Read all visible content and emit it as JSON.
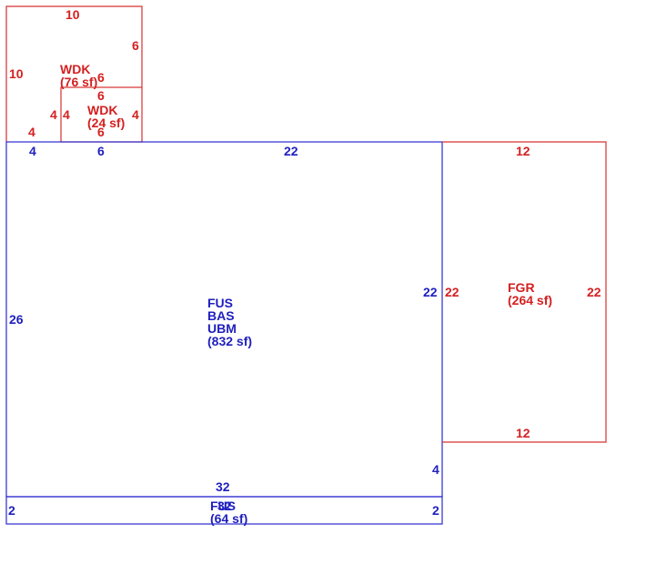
{
  "areas": {
    "main": {
      "codes": [
        "FUS",
        "BAS",
        "UBM"
      ],
      "area": "(832 sf)",
      "color": "#1f1fbf"
    },
    "bottom": {
      "code": "FUS",
      "area": "(64 sf)",
      "color": "#1f1fbf"
    },
    "garage": {
      "code": "FGR",
      "area": "(264 sf)",
      "color": "#d42020"
    },
    "deck_upper": {
      "code": "WDK",
      "area": "(76 sf)",
      "color": "#d42020"
    },
    "deck_lower": {
      "code": "WDK",
      "area": "(24 sf)",
      "color": "#d42020"
    }
  },
  "dimensions": {
    "main": {
      "top_left": "4",
      "top_mid": "6",
      "top_right": "22",
      "left": "26",
      "right": "22",
      "right_lower": "4",
      "bottom": "32"
    },
    "bottom": {
      "left": "2",
      "right": "2",
      "inner": "32"
    },
    "garage": {
      "top": "12",
      "bottom": "12",
      "left": "22",
      "right": "22"
    },
    "deck_upper": {
      "top": "10",
      "left": "10",
      "right": "6",
      "bottom": "4",
      "inner_right": "6"
    },
    "deck_lower": {
      "top": "6",
      "left": "4",
      "left_outer": "4",
      "right": "4",
      "bottom": "6"
    }
  }
}
